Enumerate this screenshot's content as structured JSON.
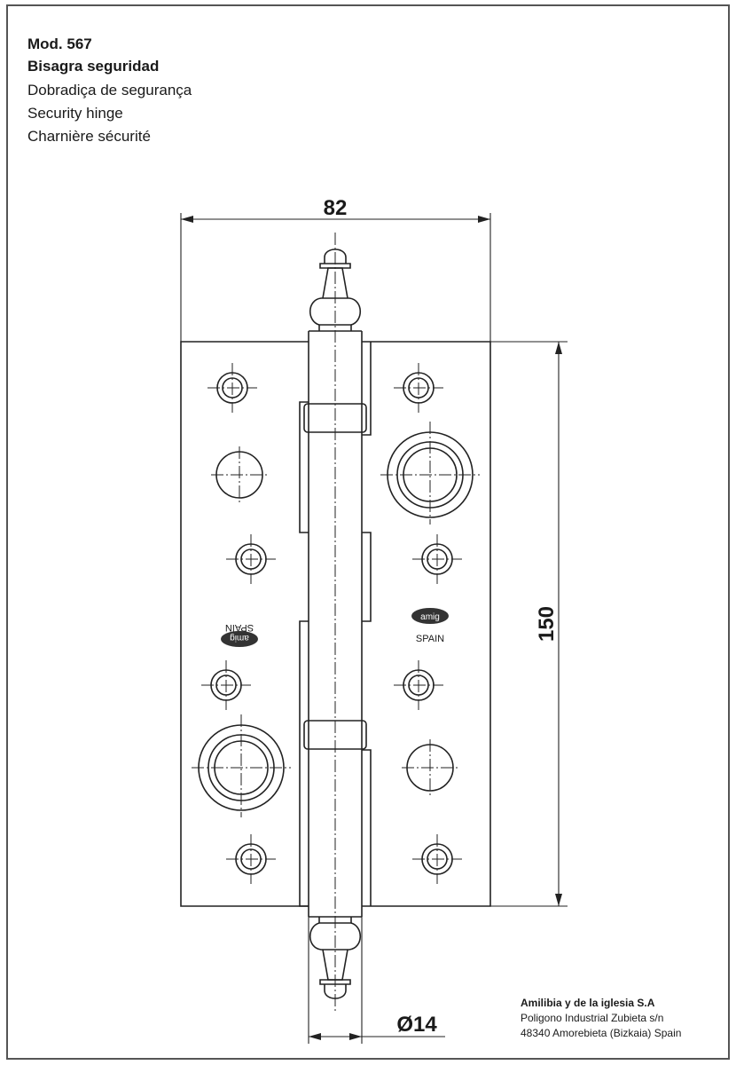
{
  "header": {
    "model": "Mod. 567",
    "name_es": "Bisagra seguridad",
    "name_pt": "Dobradiça de segurança",
    "name_en": "Security hinge",
    "name_fr": "Charnière sécurité"
  },
  "dimensions": {
    "width": "82",
    "height": "150",
    "pin_diameter": "Ø14"
  },
  "markings": {
    "logo_text": "amig",
    "origin": "SPAIN"
  },
  "company": {
    "name": "Amilibia y de la iglesia S.A",
    "address1": "Poligono Industrial Zubieta s/n",
    "address2": "48340 Amorebieta (Bizkaia) Spain"
  }
}
